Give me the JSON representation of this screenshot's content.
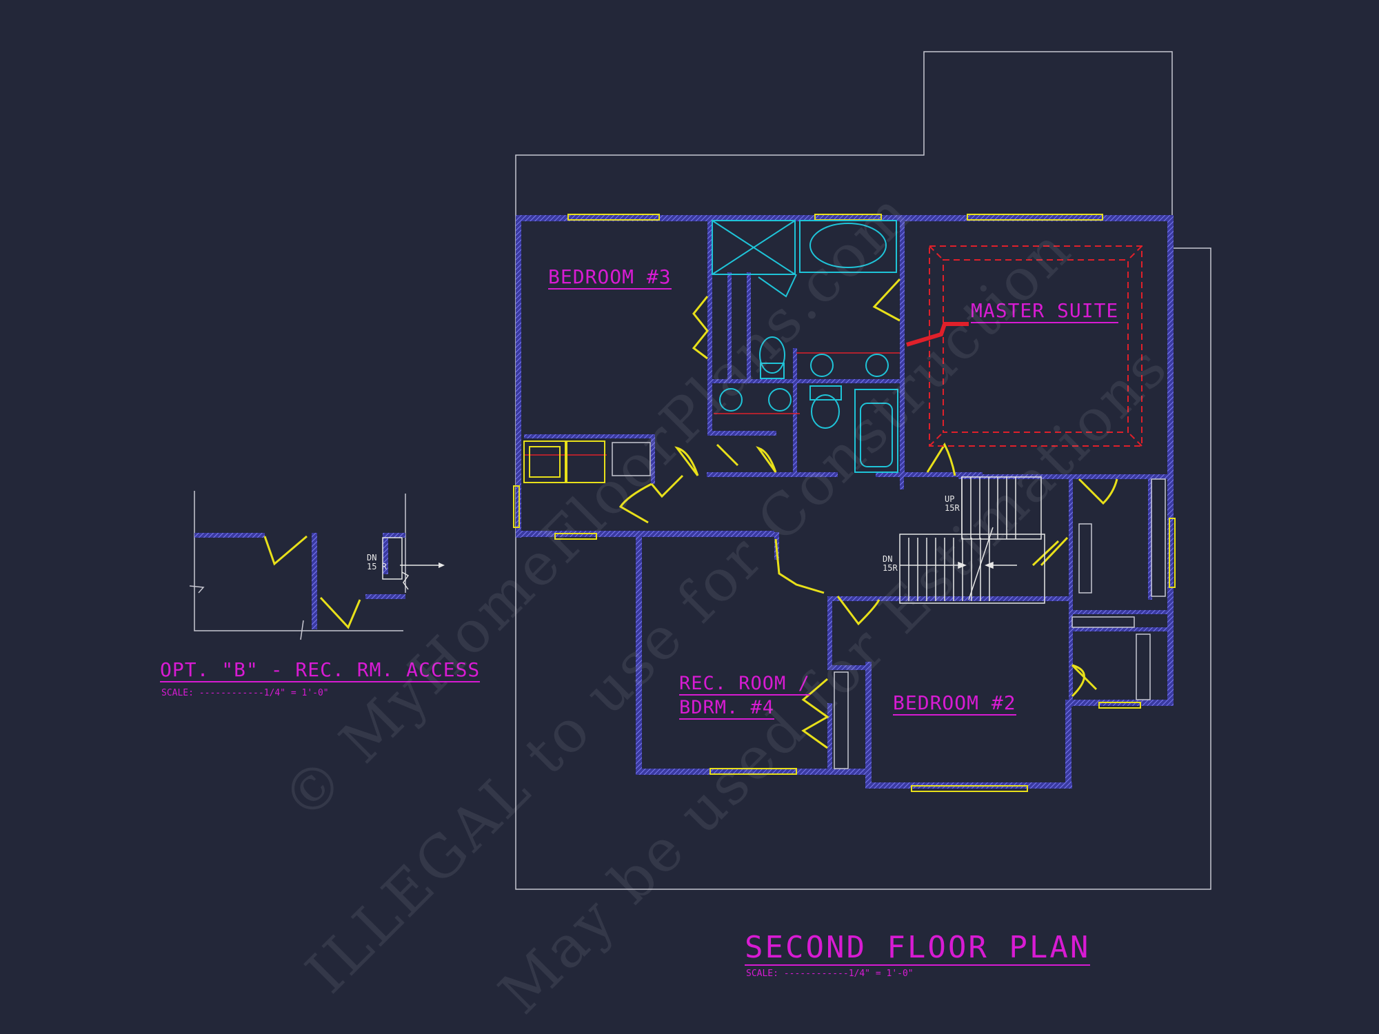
{
  "plan": {
    "title": "SECOND FLOOR PLAN",
    "scale": "SCALE: ------------1/4\" = 1'-0\""
  },
  "rooms": {
    "bedroom3": "BEDROOM #3",
    "master_suite": "MASTER SUITE",
    "rec_room_line1": "REC. ROOM /",
    "rec_room_line2": "BDRM. #4",
    "bedroom2": "BEDROOM #2"
  },
  "stairs": {
    "up_label": "UP\n15R",
    "dn_label": "DN\n15R"
  },
  "option_b": {
    "title": "OPT. \"B\" - REC. RM. ACCESS",
    "scale": "SCALE: ------------1/4\" = 1'-0\"",
    "dn_label": "DN\n15 R"
  },
  "watermark": {
    "line1": "© MyHomeFloorPlans.com",
    "line2": "ILLEGAL to use for Construction",
    "line3": "May be used for Estimations"
  },
  "colors": {
    "background": "#232739",
    "wall": "#5a5ae0",
    "label": "#d81bd3",
    "door": "#e8e01a",
    "fixture": "#1fc4d8",
    "ceiling": "#e0202a",
    "outline": "#c8c8d2"
  }
}
